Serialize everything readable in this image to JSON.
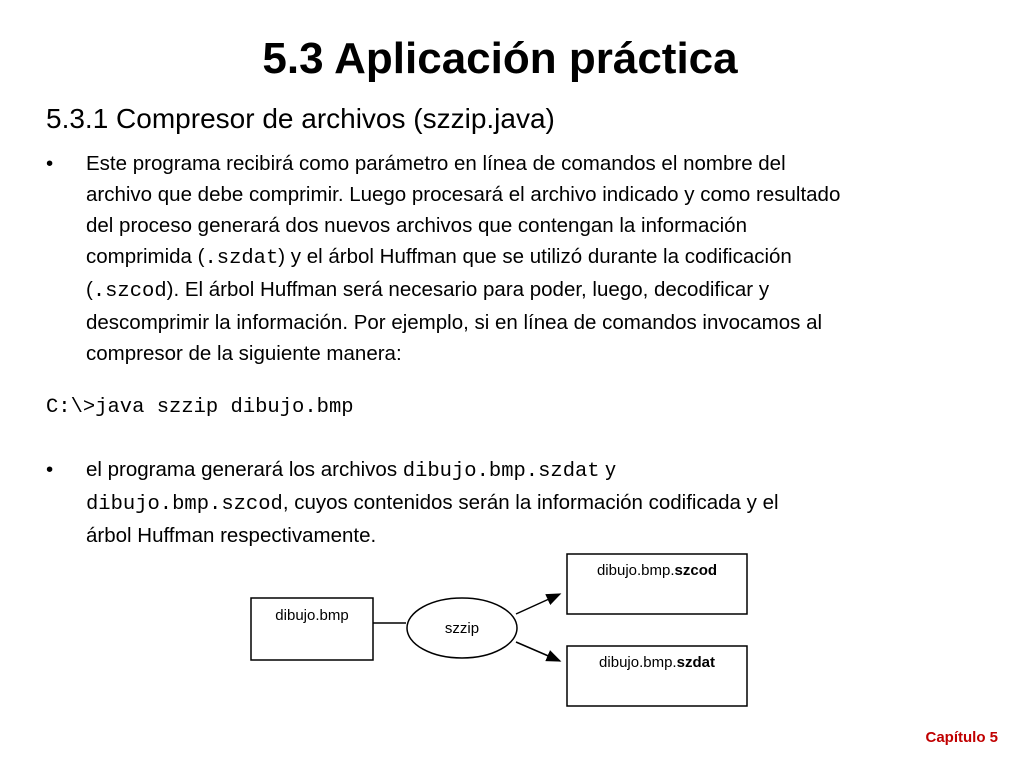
{
  "slide": {
    "title": "5.3 Aplicación práctica",
    "subtitle": "5.3.1 Compresor de archivos (szzip.java)",
    "bullet_symbol": "•",
    "bullet1": {
      "line1": "Este programa recibirá como parámetro en línea de comandos el nombre del",
      "line2": "archivo que debe comprimir. Luego procesará el archivo indicado y como resultado",
      "line3": "del proceso generará dos nuevos archivos que contengan la información",
      "line4_a": "comprimida (",
      "line4_code": ".szdat",
      "line4_b": ") y el árbol Huffman que se utilizó durante la codificación",
      "line5_a": "(",
      "line5_code": ".szcod",
      "line5_b": "). El árbol Huffman será necesario para poder, luego, decodificar y",
      "line6": "descomprimir la información.  Por ejemplo, si en línea de comandos invocamos al",
      "line7": "compresor de la siguiente manera:"
    },
    "command": "C:\\>java szzip dibujo.bmp",
    "bullet2": {
      "line1_a": "el programa generará los archivos ",
      "line1_code": "dibujo.bmp.szdat",
      "line1_b": " y",
      "line2_code": "dibujo.bmp.szcod",
      "line2_b": ", cuyos contenidos serán la información codificada y el",
      "line3": "árbol Huffman respectivamente."
    },
    "diagram": {
      "input_file": "dibujo.bmp",
      "process": "szzip",
      "output_cod_prefix": "dibujo.bmp.",
      "output_cod_ext": "szcod",
      "output_dat_prefix": "dibujo.bmp.",
      "output_dat_ext": "szdat"
    },
    "footer": "Capítulo 5",
    "colors": {
      "footer": "#c00000",
      "text": "#000000",
      "background": "#ffffff"
    }
  }
}
